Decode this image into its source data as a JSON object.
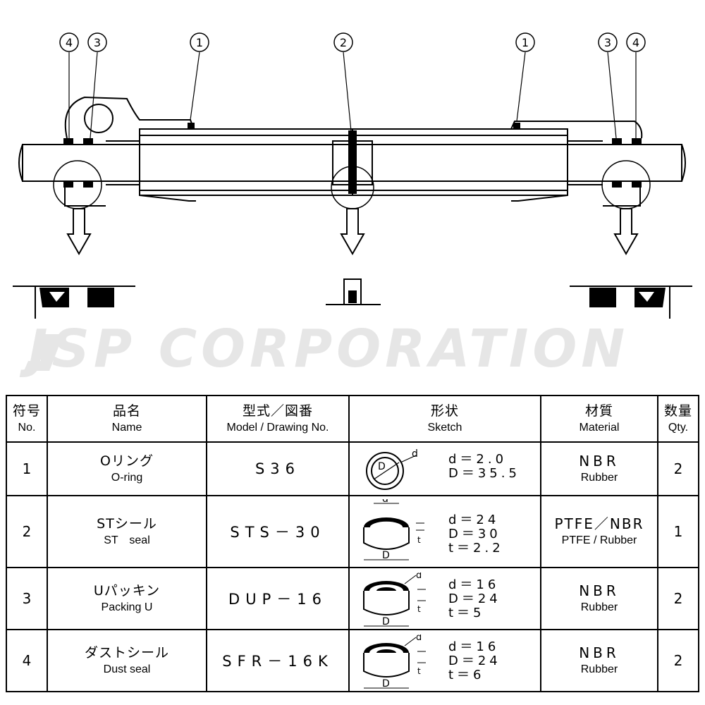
{
  "callouts": {
    "left_4": "4",
    "left_3": "3",
    "left_1": "1",
    "center_2": "2",
    "right_1": "1",
    "right_3": "3",
    "right_4": "4"
  },
  "watermark": "JSP CORPORATION",
  "table": {
    "headers": [
      {
        "ja": "符号",
        "en": "No."
      },
      {
        "ja": "品名",
        "en": "Name"
      },
      {
        "ja": "型式／図番",
        "en": "Model / Drawing No."
      },
      {
        "ja": "形状",
        "en": "Sketch"
      },
      {
        "ja": "材質",
        "en": "Material"
      },
      {
        "ja": "数量",
        "en": "Qty."
      }
    ],
    "rows": [
      {
        "no": "1",
        "name_ja": "Oリング",
        "name_en": "O-ring",
        "model": "S36",
        "sketch_label_d": "d",
        "sketch_label_D": "D",
        "dims": [
          "d＝2.0",
          "D＝35.5"
        ],
        "mat_ja": "NBR",
        "mat_en": "Rubber",
        "qty": "2"
      },
      {
        "no": "2",
        "name_ja": "STシール",
        "name_en": "ST　seal",
        "model": "STS－30",
        "sketch_label_d": "d",
        "sketch_label_D": "D",
        "sketch_label_t": "t",
        "dims": [
          "d＝24",
          "D＝30",
          "t＝2.2"
        ],
        "mat_ja": "PTFE／NBR",
        "mat_en": "PTFE / Rubber",
        "qty": "1"
      },
      {
        "no": "3",
        "name_ja": "Uパッキン",
        "name_en": "Packing U",
        "model": "DUP－16",
        "sketch_label_d": "d",
        "sketch_label_D": "D",
        "sketch_label_t": "t",
        "dims": [
          "d＝16",
          "D＝24",
          "t＝5"
        ],
        "mat_ja": "NBR",
        "mat_en": "Rubber",
        "qty": "2"
      },
      {
        "no": "4",
        "name_ja": "ダストシール",
        "name_en": "Dust seal",
        "model": "SFR－16K",
        "sketch_label_d": "d",
        "sketch_label_D": "D",
        "sketch_label_t": "t",
        "dims": [
          "d＝16",
          "D＝24",
          "t＝6"
        ],
        "mat_ja": "NBR",
        "mat_en": "Rubber",
        "qty": "2"
      }
    ]
  }
}
